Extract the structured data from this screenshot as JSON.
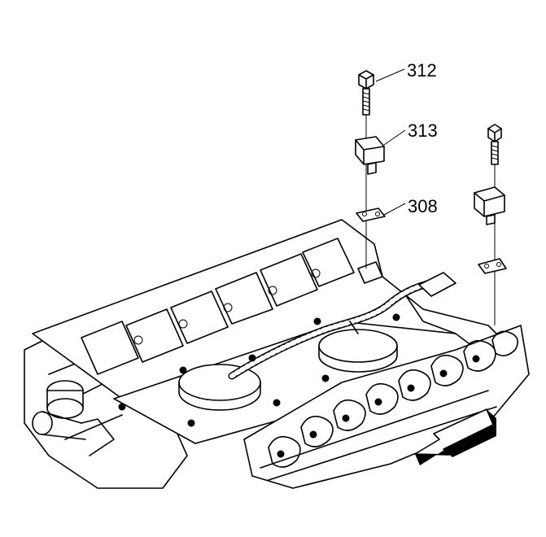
{
  "callouts": [
    {
      "id": "312"
    },
    {
      "id": "313"
    },
    {
      "id": "308"
    }
  ],
  "colors": {
    "line": "#000000",
    "background": "#ffffff",
    "shade": "#d9d9d9"
  }
}
